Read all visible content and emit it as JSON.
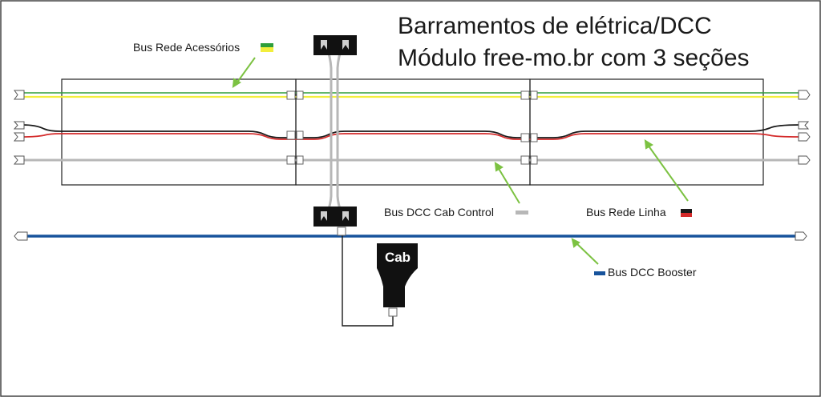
{
  "title": {
    "line1": "Barramentos de elétrica/DCC",
    "line2": "Módulo free-mo.br com 3 seções"
  },
  "labels": {
    "accessories_bus": "Bus Rede Acessórios",
    "cab_control_bus": "Bus DCC Cab Control",
    "track_bus": "Bus Rede Linha",
    "booster_bus": "Bus DCC Booster",
    "cab": "Cab"
  },
  "colors": {
    "accessories_green": "#2e9e3a",
    "accessories_yellow": "#f2ee3c",
    "track_black": "#1a1a1a",
    "track_red": "#d42a2a",
    "cab_control_gray": "#b7b7b7",
    "booster_blue": "#17539c",
    "pointer_green": "#7cc242"
  },
  "sections": 3
}
